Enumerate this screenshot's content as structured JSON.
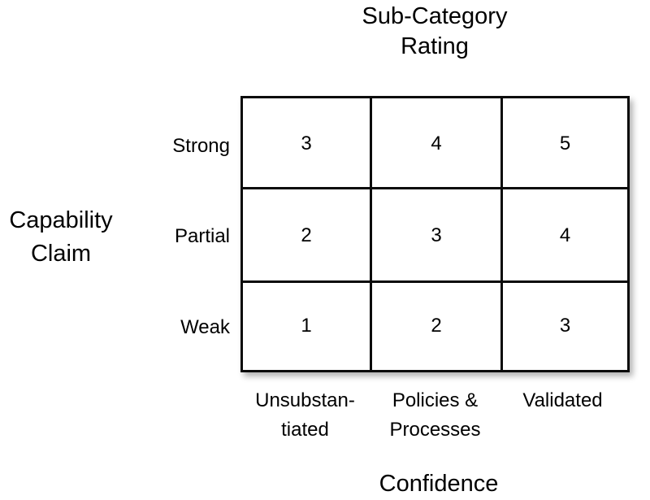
{
  "figure": {
    "top_axis_title": {
      "line1": "Sub-Category",
      "line2": "Rating"
    },
    "left_axis_title": {
      "line1": "Capability",
      "line2": "Claim"
    },
    "bottom_axis_title": "Confidence",
    "colors": {
      "background": "#ffffff",
      "grid_line": "#0a0a0a",
      "text": "#000000",
      "shadow": "rgba(0,0,0,0.30)"
    }
  },
  "chart_data": {
    "type": "heatmap",
    "title": "Sub-Category Rating",
    "xlabel": "Confidence",
    "ylabel": "Capability Claim",
    "grid": true,
    "legend": "none",
    "x": [
      "Unsubstantiated",
      "Policies & Processes",
      "Validated"
    ],
    "y": [
      "Strong",
      "Partial",
      "Weak"
    ],
    "x_tick_lines": [
      [
        "Unsubstan-",
        "tiated"
      ],
      [
        "Policies &",
        "Processes"
      ],
      [
        "Validated",
        ""
      ]
    ],
    "values": [
      [
        3,
        4,
        5
      ],
      [
        2,
        3,
        4
      ],
      [
        1,
        2,
        3
      ]
    ],
    "rows": [
      {
        "label": "Strong",
        "cells": [
          3,
          4,
          5
        ]
      },
      {
        "label": "Partial",
        "cells": [
          2,
          3,
          4
        ]
      },
      {
        "label": "Weak",
        "cells": [
          1,
          2,
          3
        ]
      }
    ],
    "value_range": [
      1,
      5
    ]
  }
}
